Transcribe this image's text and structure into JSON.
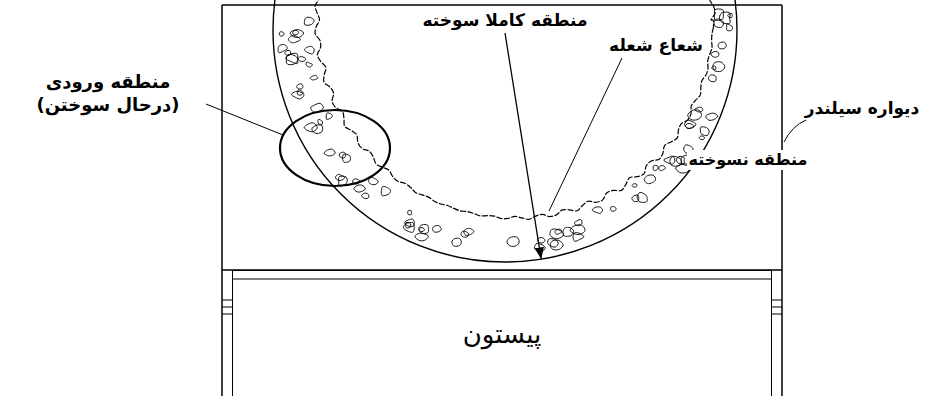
{
  "diagram": {
    "nodes": [
      {
        "text": [
          "پیستون"
        ]
      }
    ],
    "labels": [
      "منطقه کاملا سوخته",
      "شعاع شعله",
      "منطقه ورودی (درحال سوختن)",
      "دیواره سیلندر",
      "منطقه نسوخته"
    ]
  }
}
